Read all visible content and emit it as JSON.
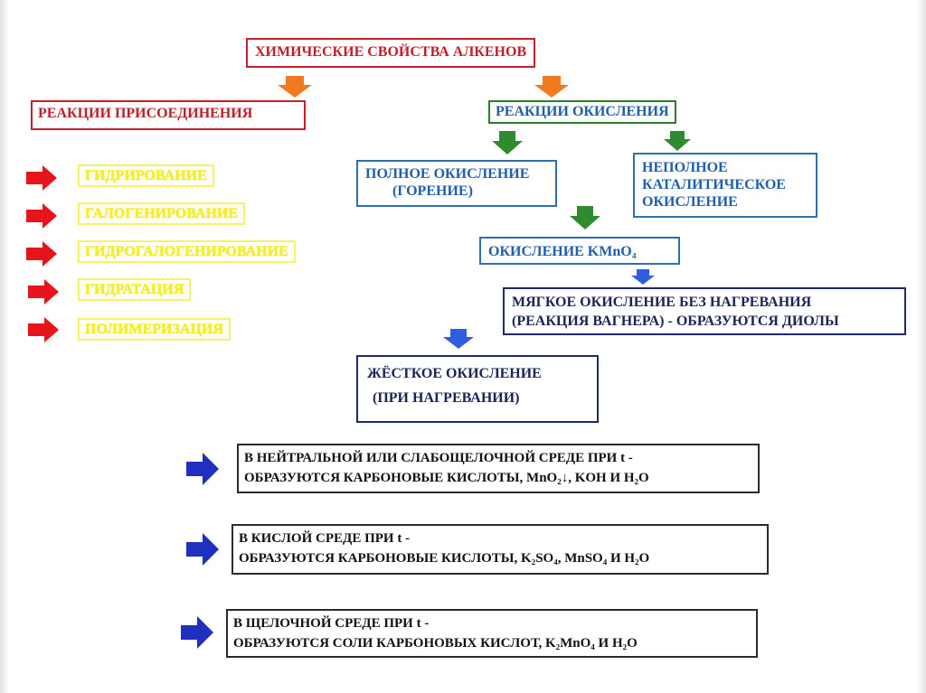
{
  "title": "ХИМИЧЕСКИЕ СВОЙСТВА АЛКЕНОВ",
  "addition": {
    "label": "РЕАКЦИИ ПРИСОЕДИНЕНИЯ",
    "items": [
      "ГИДРИРОВАНИЕ",
      "ГАЛОГЕНИРОВАНИЕ",
      "ГИДРОГАЛОГЕНИРОВАНИЕ",
      "ГИДРАТАЦИЯ",
      "ПОЛИМЕРИЗАЦИЯ"
    ]
  },
  "oxidation": {
    "label": "РЕАКЦИИ ОКИСЛЕНИЯ",
    "full": {
      "line1": "ПОЛНОЕ ОКИСЛЕНИЕ",
      "line2": "(ГОРЕНИЕ)"
    },
    "partial": {
      "line1": "НЕПОЛНОЕ",
      "line2": "КАТАЛИТИЧЕСКОЕ",
      "line3": "ОКИСЛЕНИЕ"
    },
    "kmno4": "ОКИСЛЕНИЕ KMnO₄",
    "mild": {
      "line1": "МЯГКОЕ ОКИСЛЕНИЕ БЕЗ НАГРЕВАНИЯ",
      "line2": "(РЕАКЦИЯ ВАГНЕРА) - ОБРАЗУЮТСЯ ДИОЛЫ"
    },
    "harsh": {
      "line1": "ЖЁСТКОЕ ОКИСЛЕНИЕ",
      "line2": "(ПРИ НАГРЕВАНИИ)"
    },
    "conditions": [
      {
        "line1": "В НЕЙТРАЛЬНОЙ ИЛИ СЛАБОЩЕЛОЧНОЙ СРЕДЕ ПРИ t -",
        "line2": "ОБРАЗУЮТСЯ КАРБОНОВЫЕ КИСЛОТЫ, MnO₂↓, KOH И H₂O"
      },
      {
        "line1": "В КИСЛОЙ СРЕДЕ ПРИ t -",
        "line2": "ОБРАЗУЮТСЯ КАРБОНОВЫЕ КИСЛОТЫ, K₂SO₄, MnSO₄ И H₂O"
      },
      {
        "line1": "В ЩЕЛОЧНОЙ СРЕДЕ ПРИ t -",
        "line2": "ОБРАЗУЮТСЯ СОЛИ КАРБОНОВЫХ КИСЛОТ, K₂MnO₄ И H₂O"
      }
    ]
  },
  "colors": {
    "red": "#c8202a",
    "orange": "#f07a20",
    "green": "#2e8b2e",
    "blue": "#1f5fae",
    "arrow_red": "#e8141c",
    "arrow_blue": "#2f5ee0",
    "arrow_navy": "#1f2fbf",
    "yellow": "#f7f01a"
  },
  "icons": [
    "arrow-down-icon",
    "arrow-right-icon"
  ]
}
